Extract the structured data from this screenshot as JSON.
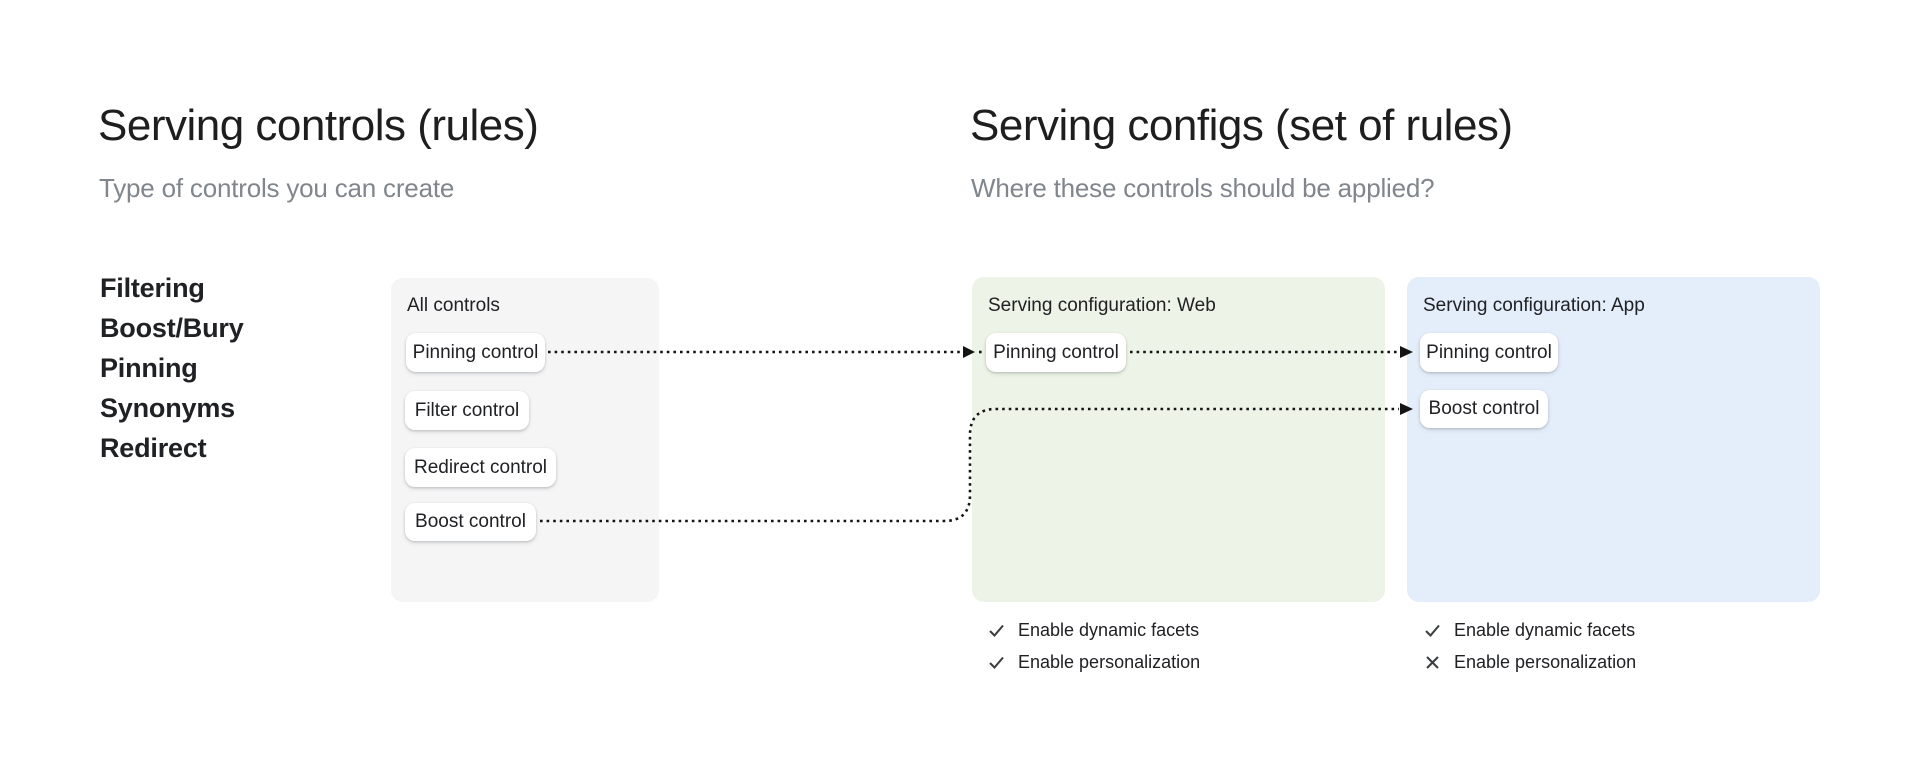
{
  "left_panel": {
    "title": "Serving controls (rules)",
    "subtitle": "Type of controls you can create",
    "control_types": [
      "Filtering",
      "Boost/Bury",
      "Pinning",
      "Synonyms",
      "Redirect"
    ],
    "all_controls_card": {
      "label": "All controls",
      "buttons": [
        "Pinning control",
        "Filter control",
        "Redirect control",
        "Boost control"
      ]
    }
  },
  "right_panel": {
    "title": "Serving configs (set of rules)",
    "subtitle": "Where these controls should be applied?",
    "configs": [
      {
        "label": "Serving configuration: Web",
        "buttons": [
          "Pinning control"
        ],
        "features": [
          {
            "name": "Enable dynamic facets",
            "enabled": true
          },
          {
            "name": "Enable personalization",
            "enabled": true
          }
        ]
      },
      {
        "label": "Serving configuration: App",
        "buttons": [
          "Pinning control",
          "Boost control"
        ],
        "features": [
          {
            "name": "Enable dynamic facets",
            "enabled": true
          },
          {
            "name": "Enable personalization",
            "enabled": false
          }
        ]
      }
    ]
  },
  "colors": {
    "heading_text": "#1e1e1f",
    "subtitle_text": "#80868b",
    "all_controls_card_bg": "#f5f5f6",
    "web_card_bg": "#edf4e7",
    "app_card_bg": "#e3eefa",
    "arrow": "#141414",
    "feature_icon": "#3c4043"
  }
}
